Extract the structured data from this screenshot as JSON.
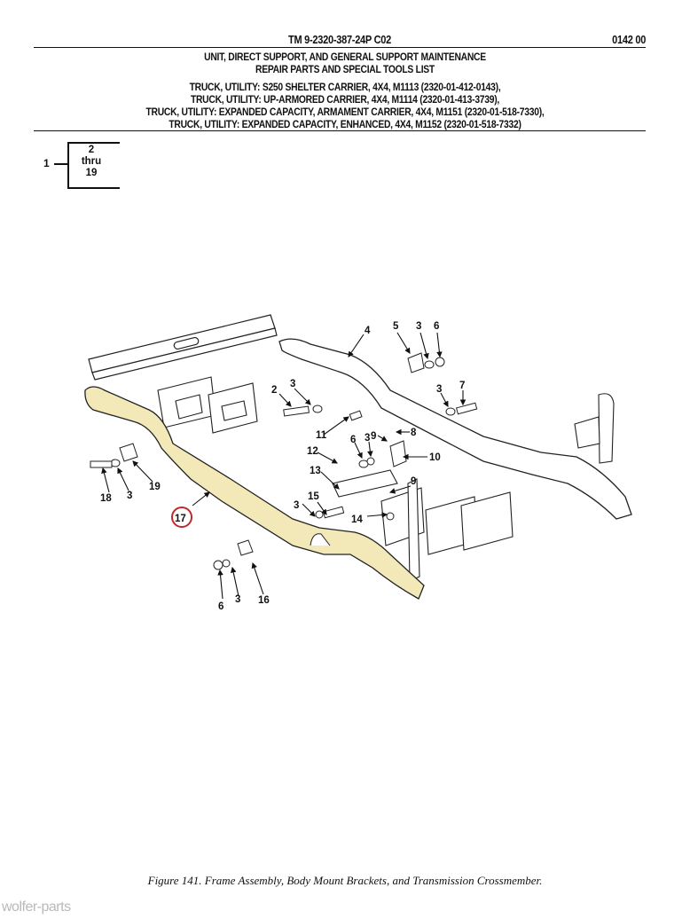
{
  "header": {
    "tm_number": "TM 9-2320-387-24P  C02",
    "work_package": "0142 00",
    "title_lines": [
      "UNIT, DIRECT SUPPORT, AND GENERAL SUPPORT MAINTENANCE",
      "REPAIR PARTS AND SPECIAL TOOLS LIST"
    ],
    "vehicle_lines": [
      "TRUCK, UTILITY: S250 SHELTER CARRIER, 4X4, M1113 (2320-01-412-0143),",
      "TRUCK, UTILITY: UP-ARMORED CARRIER, 4X4, M1114 (2320-01-413-3739),",
      "TRUCK, UTILITY: EXPANDED CAPACITY, ARMAMENT CARRIER, 4X4, M1151 (2320-01-518-7330),",
      "TRUCK, UTILITY: EXPANDED CAPACITY, ENHANCED, 4X4, M1152 (2320-01-518-7332)"
    ]
  },
  "assembly_bracket": {
    "parent": "1",
    "line1": "2",
    "line2": "thru",
    "line3": "19"
  },
  "callouts": {
    "c2": "2",
    "c3a": "3",
    "c3b": "3",
    "c3c": "3",
    "c3d": "3",
    "c3e": "3",
    "c3f": "3",
    "c3g": "3",
    "c4": "4",
    "c5": "5",
    "c6a": "6",
    "c6b": "6",
    "c6c": "6",
    "c7": "7",
    "c8": "8",
    "c9a": "9",
    "c9b": "9",
    "c10": "10",
    "c11": "11",
    "c12": "12",
    "c13": "13",
    "c14": "14",
    "c15": "15",
    "c16": "16",
    "c17": "17",
    "c18": "18",
    "c19": "19"
  },
  "highlight": {
    "part": "17",
    "fill_color": "#f3e9b8",
    "circle_color": "#c0282a"
  },
  "caption": "Figure 141.  Frame Assembly, Body Mount Brackets, and Transmission Crossmember.",
  "watermark": "wolfer-parts"
}
